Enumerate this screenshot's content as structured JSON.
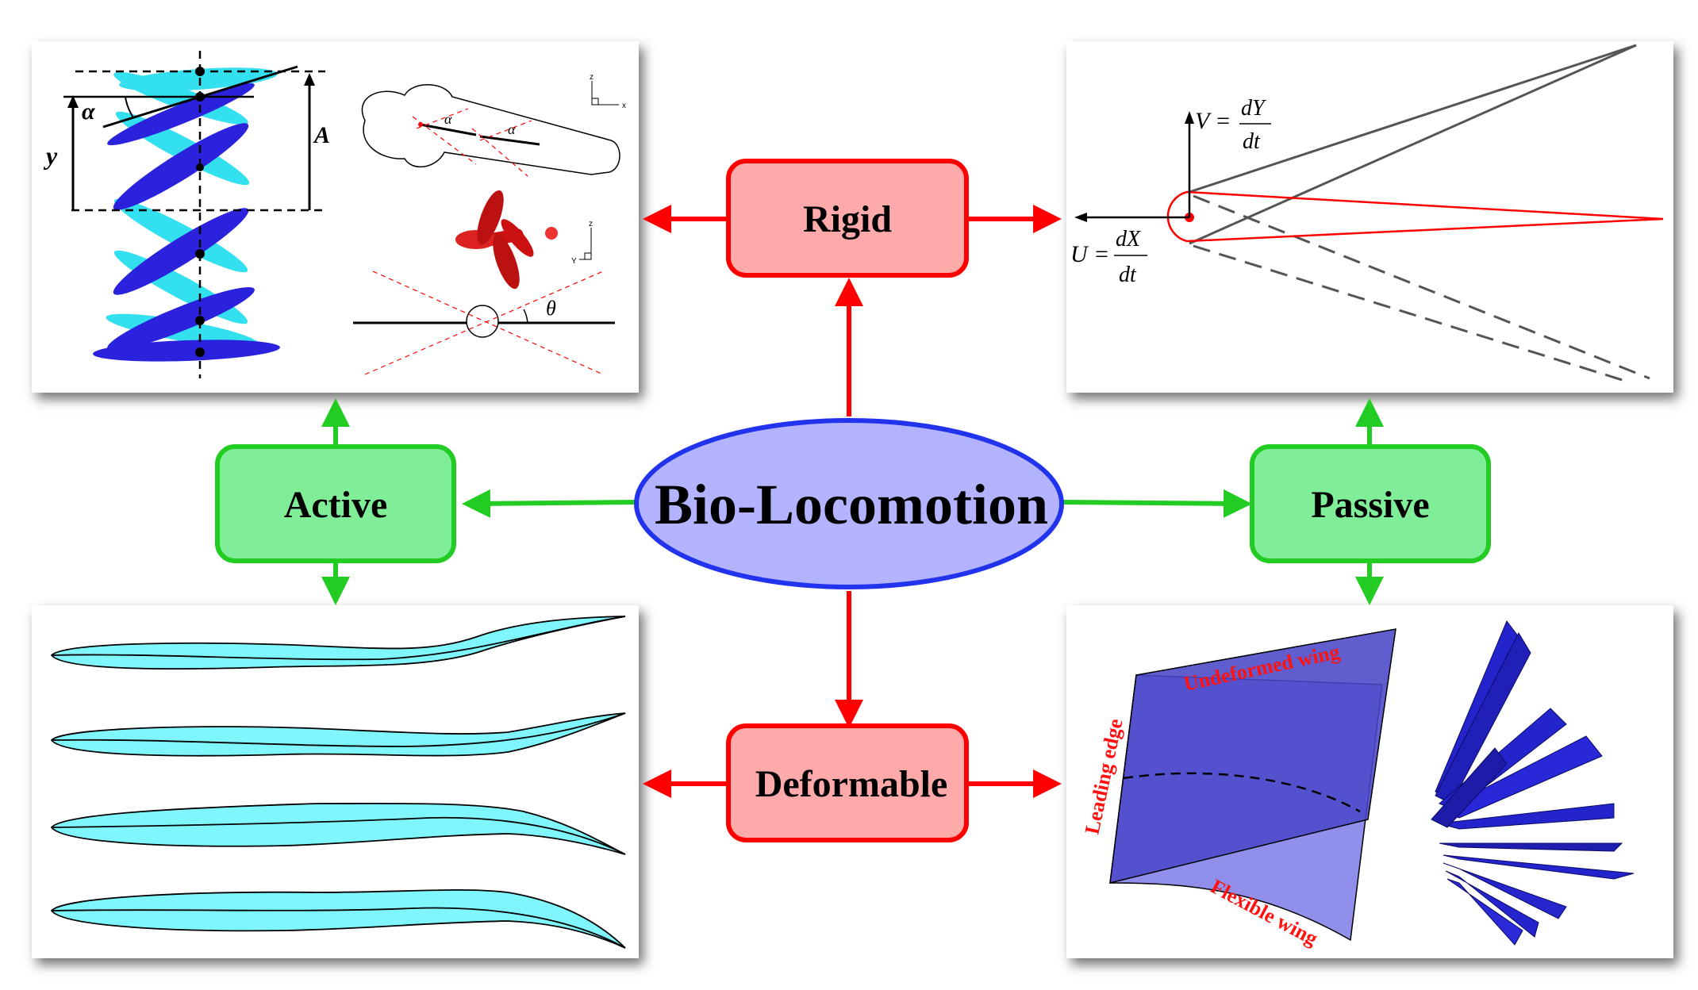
{
  "center": {
    "label": "Bio-Locomotion"
  },
  "nodes": {
    "rigid": "Rigid",
    "deformable": "Deformable",
    "active": "Active",
    "passive": "Passive"
  },
  "panel_tl": {
    "alpha": "α",
    "y": "y",
    "A": "A",
    "theta": "θ",
    "axis_z1": "z",
    "axis_x": "x",
    "axis_z2": "z",
    "axis_y": "Y"
  },
  "panel_tr": {
    "v_lhs": "V =",
    "v_num": "dY",
    "v_den": "dt",
    "u_lhs": "U =",
    "u_num": "dX",
    "u_den": "dt"
  },
  "panel_br": {
    "undeformed": "Undeformed wing",
    "leading": "Leading edge",
    "flexible": "Flexible wing"
  },
  "colors": {
    "red": "#ff0000",
    "green": "#22cc22",
    "rigid_fill": "#ffaaaa",
    "active_fill": "#80ee99",
    "ellipse_fill": "#b3b3ff",
    "ellipse_stroke": "#2233ee",
    "cyan": "#33ddee",
    "blue": "#2222dd"
  }
}
